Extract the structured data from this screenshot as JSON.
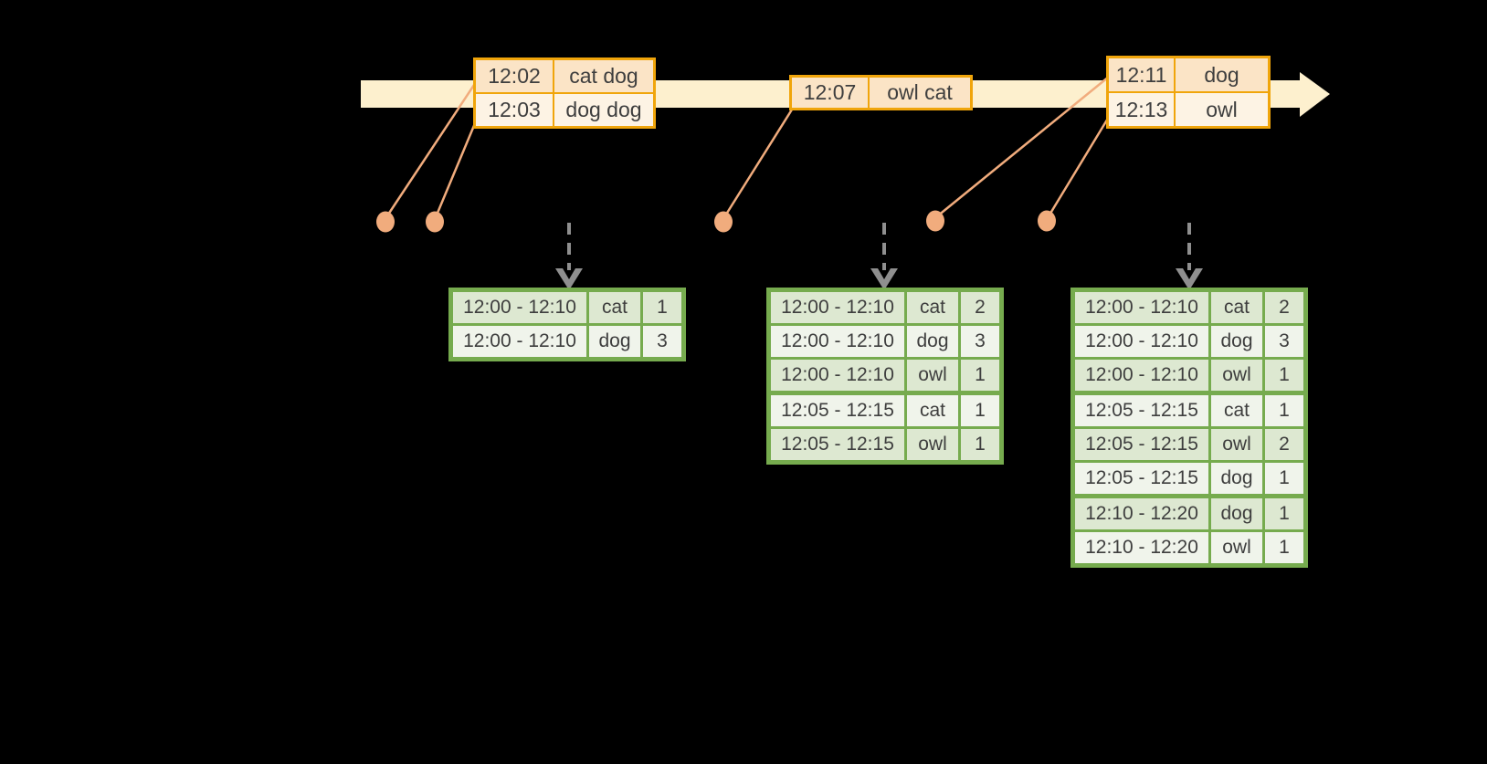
{
  "colors": {
    "background": "#000000",
    "timeline_band": "#FDF0CE",
    "event_table_border": "#F0A50B",
    "event_row_odd_fill": "#FBE4C6",
    "event_row_even_fill": "#FDF3E4",
    "connector_and_dot": "#F1AC7D",
    "trigger_arrow": "#8F8F8F",
    "result_table_border": "#76AB4E",
    "result_row_odd_fill": "#DDE8D1",
    "result_row_even_fill": "#F0F4EB",
    "text": "#3E3E3E"
  },
  "events": [
    {
      "rows": [
        {
          "time": "12:02",
          "words": "cat dog"
        },
        {
          "time": "12:03",
          "words": "dog dog"
        }
      ]
    },
    {
      "rows": [
        {
          "time": "12:07",
          "words": "owl cat"
        }
      ]
    },
    {
      "rows": [
        {
          "time": "12:11",
          "words": "dog"
        },
        {
          "time": "12:13",
          "words": "owl"
        }
      ]
    }
  ],
  "result_tables": [
    {
      "rows": [
        {
          "window": "12:00 - 12:10",
          "word": "cat",
          "count": "1"
        },
        {
          "window": "12:00 - 12:10",
          "word": "dog",
          "count": "3"
        }
      ]
    },
    {
      "rows": [
        {
          "window": "12:00 - 12:10",
          "word": "cat",
          "count": "2"
        },
        {
          "window": "12:00 - 12:10",
          "word": "dog",
          "count": "3"
        },
        {
          "window": "12:00 - 12:10",
          "word": "owl",
          "count": "1"
        },
        {
          "window": "12:05 - 12:15",
          "word": "cat",
          "count": "1"
        },
        {
          "window": "12:05 - 12:15",
          "word": "owl",
          "count": "1"
        }
      ]
    },
    {
      "rows": [
        {
          "window": "12:00 - 12:10",
          "word": "cat",
          "count": "2"
        },
        {
          "window": "12:00 - 12:10",
          "word": "dog",
          "count": "3"
        },
        {
          "window": "12:00 - 12:10",
          "word": "owl",
          "count": "1"
        },
        {
          "window": "12:05 - 12:15",
          "word": "cat",
          "count": "1"
        },
        {
          "window": "12:05 - 12:15",
          "word": "owl",
          "count": "2"
        },
        {
          "window": "12:05 - 12:15",
          "word": "dog",
          "count": "1"
        },
        {
          "window": "12:10 - 12:20",
          "word": "dog",
          "count": "1"
        },
        {
          "window": "12:10 - 12:20",
          "word": "owl",
          "count": "1"
        }
      ]
    }
  ]
}
